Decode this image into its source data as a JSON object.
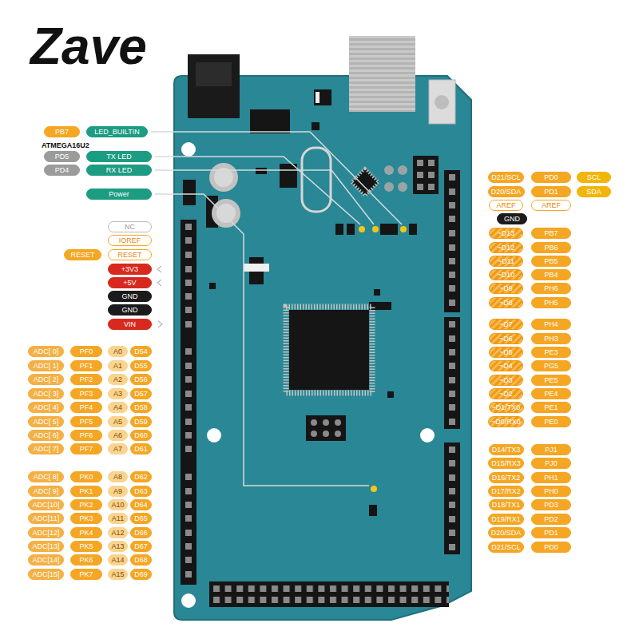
{
  "diagram": {
    "title": "Zave",
    "nodes": [
      {
        "text": [
          "PB7"
        ]
      },
      {
        "text": [
          "LED_BUILTIN"
        ]
      },
      {
        "text": [
          "PD5"
        ]
      },
      {
        "text": [
          "TX LED"
        ]
      },
      {
        "text": [
          "PD4"
        ]
      },
      {
        "text": [
          "RX LED"
        ]
      },
      {
        "text": [
          "Power"
        ]
      },
      {
        "text": [
          "NC"
        ]
      },
      {
        "text": [
          "IOREF"
        ]
      },
      {
        "text": [
          "RESET"
        ]
      },
      {
        "text": [
          "RESET"
        ]
      },
      {
        "text": [
          "+3V3"
        ]
      },
      {
        "text": [
          "+5V"
        ]
      },
      {
        "text": [
          "GND"
        ]
      },
      {
        "text": [
          "GND"
        ]
      },
      {
        "text": [
          "VIN"
        ]
      },
      {
        "text": [
          "ADC[ 0]"
        ]
      },
      {
        "text": [
          "PF0"
        ]
      },
      {
        "text": [
          "A0"
        ]
      },
      {
        "text": [
          "D54"
        ]
      },
      {
        "text": [
          "ADC[ 1]"
        ]
      },
      {
        "text": [
          "PF1"
        ]
      },
      {
        "text": [
          "A1"
        ]
      },
      {
        "text": [
          "D55"
        ]
      },
      {
        "text": [
          "ADC[ 2]"
        ]
      },
      {
        "text": [
          "PF2"
        ]
      },
      {
        "text": [
          "A2"
        ]
      },
      {
        "text": [
          "D56"
        ]
      },
      {
        "text": [
          "ADC[ 3]"
        ]
      },
      {
        "text": [
          "PF3"
        ]
      },
      {
        "text": [
          "A3"
        ]
      },
      {
        "text": [
          "D57"
        ]
      },
      {
        "text": [
          "ADC[ 4]"
        ]
      },
      {
        "text": [
          "PF4"
        ]
      },
      {
        "text": [
          "A4"
        ]
      },
      {
        "text": [
          "D58"
        ]
      },
      {
        "text": [
          "ADC[ 5]"
        ]
      },
      {
        "text": [
          "PF5"
        ]
      },
      {
        "text": [
          "A5"
        ]
      },
      {
        "text": [
          "D59"
        ]
      },
      {
        "text": [
          "ADC[ 6]"
        ]
      },
      {
        "text": [
          "PF6"
        ]
      },
      {
        "text": [
          "A6"
        ]
      },
      {
        "text": [
          "D60"
        ]
      },
      {
        "text": [
          "ADC[ 7]"
        ]
      },
      {
        "text": [
          "PF7"
        ]
      },
      {
        "text": [
          "A7"
        ]
      },
      {
        "text": [
          "D61"
        ]
      },
      {
        "text": [
          "ADC[ 8]"
        ]
      },
      {
        "text": [
          "PK0"
        ]
      },
      {
        "text": [
          "A8"
        ]
      },
      {
        "text": [
          "D62"
        ]
      },
      {
        "text": [
          "ADC[ 9]"
        ]
      },
      {
        "text": [
          "PK1"
        ]
      },
      {
        "text": [
          "A9"
        ]
      },
      {
        "text": [
          "D63"
        ]
      },
      {
        "text": [
          "ADC[10]"
        ]
      },
      {
        "text": [
          "PK2"
        ]
      },
      {
        "text": [
          "A10"
        ]
      },
      {
        "text": [
          "D64"
        ]
      },
      {
        "text": [
          "ADC[11]"
        ]
      },
      {
        "text": [
          "PK3"
        ]
      },
      {
        "text": [
          "A11"
        ]
      },
      {
        "text": [
          "D65"
        ]
      },
      {
        "text": [
          "ADC[12]"
        ]
      },
      {
        "text": [
          "PK4"
        ]
      },
      {
        "text": [
          "A12"
        ]
      },
      {
        "text": [
          "D66"
        ]
      },
      {
        "text": [
          "ADC[13]"
        ]
      },
      {
        "text": [
          "PK5"
        ]
      },
      {
        "text": [
          "A13"
        ]
      },
      {
        "text": [
          "D67"
        ]
      },
      {
        "text": [
          "ADC[14]"
        ]
      },
      {
        "text": [
          "PK6"
        ]
      },
      {
        "text": [
          "A14"
        ]
      },
      {
        "text": [
          "D68"
        ]
      },
      {
        "text": [
          "ADC[15]"
        ]
      },
      {
        "text": [
          "PK7"
        ]
      },
      {
        "text": [
          "A15"
        ]
      },
      {
        "text": [
          "D69"
        ]
      },
      {
        "text": [
          "D21/SCL"
        ]
      },
      {
        "text": [
          "PD0"
        ]
      },
      {
        "text": [
          "SCL"
        ]
      },
      {
        "text": [
          "D20/SDA"
        ]
      },
      {
        "text": [
          "PD1"
        ]
      },
      {
        "text": [
          "SDA"
        ]
      },
      {
        "text": [
          "AREF"
        ]
      },
      {
        "text": [
          "AREF"
        ]
      },
      {
        "text": [
          "GND"
        ]
      },
      {
        "text": [
          "~D13"
        ]
      },
      {
        "text": [
          "PB7"
        ]
      },
      {
        "text": [
          "~D12"
        ]
      },
      {
        "text": [
          "PB6"
        ]
      },
      {
        "text": [
          "~D11"
        ]
      },
      {
        "text": [
          "PB5"
        ]
      },
      {
        "text": [
          "~D10"
        ]
      },
      {
        "text": [
          "PB4"
        ]
      },
      {
        "text": [
          "~D9"
        ]
      },
      {
        "text": [
          "PH6"
        ]
      },
      {
        "text": [
          "~D8"
        ]
      },
      {
        "text": [
          "PH5"
        ]
      },
      {
        "text": [
          "~D7"
        ]
      },
      {
        "text": [
          "PH4"
        ]
      },
      {
        "text": [
          "~D6"
        ]
      },
      {
        "text": [
          "PH3"
        ]
      },
      {
        "text": [
          "~D5"
        ]
      },
      {
        "text": [
          "PE3"
        ]
      },
      {
        "text": [
          "~D4"
        ]
      },
      {
        "text": [
          "PG5"
        ]
      },
      {
        "text": [
          "~D3"
        ]
      },
      {
        "text": [
          "PE5"
        ]
      },
      {
        "text": [
          "~D2"
        ]
      },
      {
        "text": [
          "PE4"
        ]
      },
      {
        "text": [
          "~D1/TX0"
        ]
      },
      {
        "text": [
          "PE1"
        ]
      },
      {
        "text": [
          "~D0/RX0"
        ]
      },
      {
        "text": [
          "PE0"
        ]
      },
      {
        "text": [
          "D14/TX3"
        ]
      },
      {
        "text": [
          "PJ1"
        ]
      },
      {
        "text": [
          "D15/RX3"
        ]
      },
      {
        "text": [
          "PJ0"
        ]
      },
      {
        "text": [
          "D16/TX2"
        ]
      },
      {
        "text": [
          "PH1"
        ]
      },
      {
        "text": [
          "D17/RX2"
        ]
      },
      {
        "text": [
          "PH0"
        ]
      },
      {
        "text": [
          "D18/TX1"
        ]
      },
      {
        "text": [
          "PD3"
        ]
      },
      {
        "text": [
          "D19/RX1"
        ]
      },
      {
        "text": [
          "PD2"
        ]
      },
      {
        "text": [
          "D20/SDA"
        ]
      },
      {
        "text": [
          "PD1"
        ]
      },
      {
        "text": [
          "D21/SCL"
        ]
      },
      {
        "text": [
          "PD0"
        ]
      }
    ],
    "labels": [
      "ATMEGA16U2"
    ]
  }
}
